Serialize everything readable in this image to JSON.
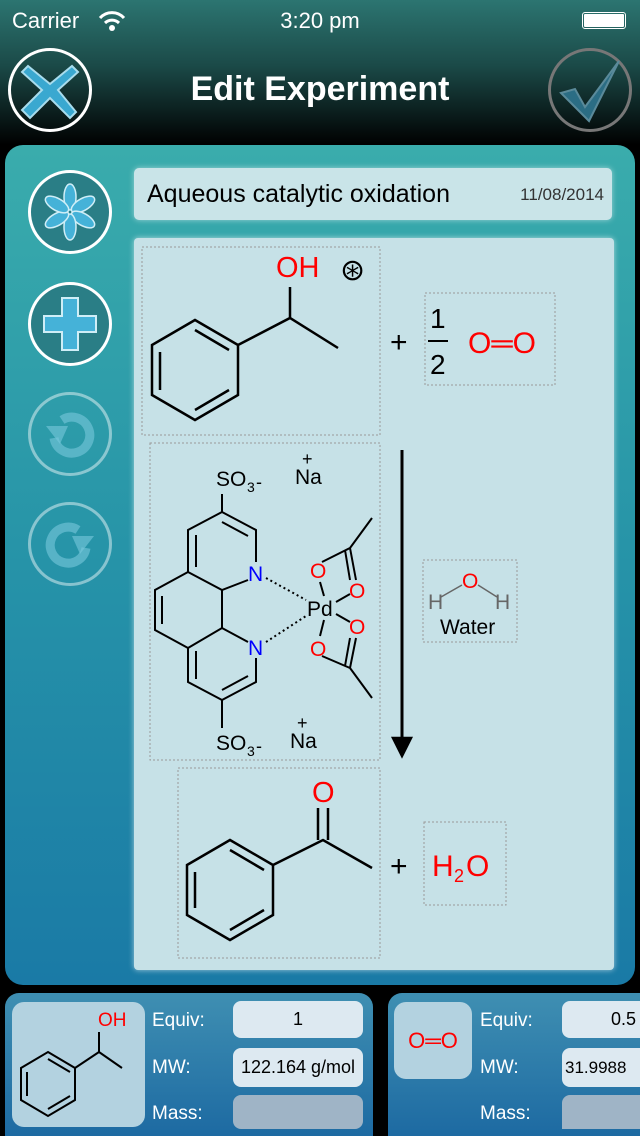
{
  "status_bar": {
    "carrier": "Carrier",
    "time": "3:20 pm"
  },
  "header": {
    "title": "Edit Experiment"
  },
  "experiment": {
    "name": "Aqueous catalytic oxidation",
    "date": "11/08/2014"
  },
  "reaction": {
    "reactant1": {
      "oh": "OH",
      "star": "⊛"
    },
    "plus": "+",
    "fraction_num": "1",
    "fraction_den": "2",
    "reactant2": "O═O",
    "catalyst": {
      "so3": "SO",
      "so3_sub": "3",
      "so3_sup": "-",
      "na": "Na",
      "na_charge": "+",
      "n": "N",
      "pd": "Pd",
      "o": "O"
    },
    "solvent": {
      "h": "H",
      "o": "O",
      "name": "Water"
    },
    "product1": {
      "o": "O"
    },
    "product2": {
      "h": "H",
      "sub": "2",
      "o": "O"
    }
  },
  "cards": [
    {
      "label": "OH",
      "equiv_label": "Equiv:",
      "equiv": "1",
      "mw_label": "MW:",
      "mw": "122.164 g/mol",
      "mass_label": "Mass:",
      "mass": ""
    },
    {
      "label": "O═O",
      "equiv_label": "Equiv:",
      "equiv": "0.5",
      "mw_label": "MW:",
      "mw": "31.9988",
      "mass_label": "Mass:",
      "mass": ""
    }
  ],
  "colors": {
    "accent": "#2693a8",
    "red": "#ff0000",
    "blue": "#0000ff"
  }
}
